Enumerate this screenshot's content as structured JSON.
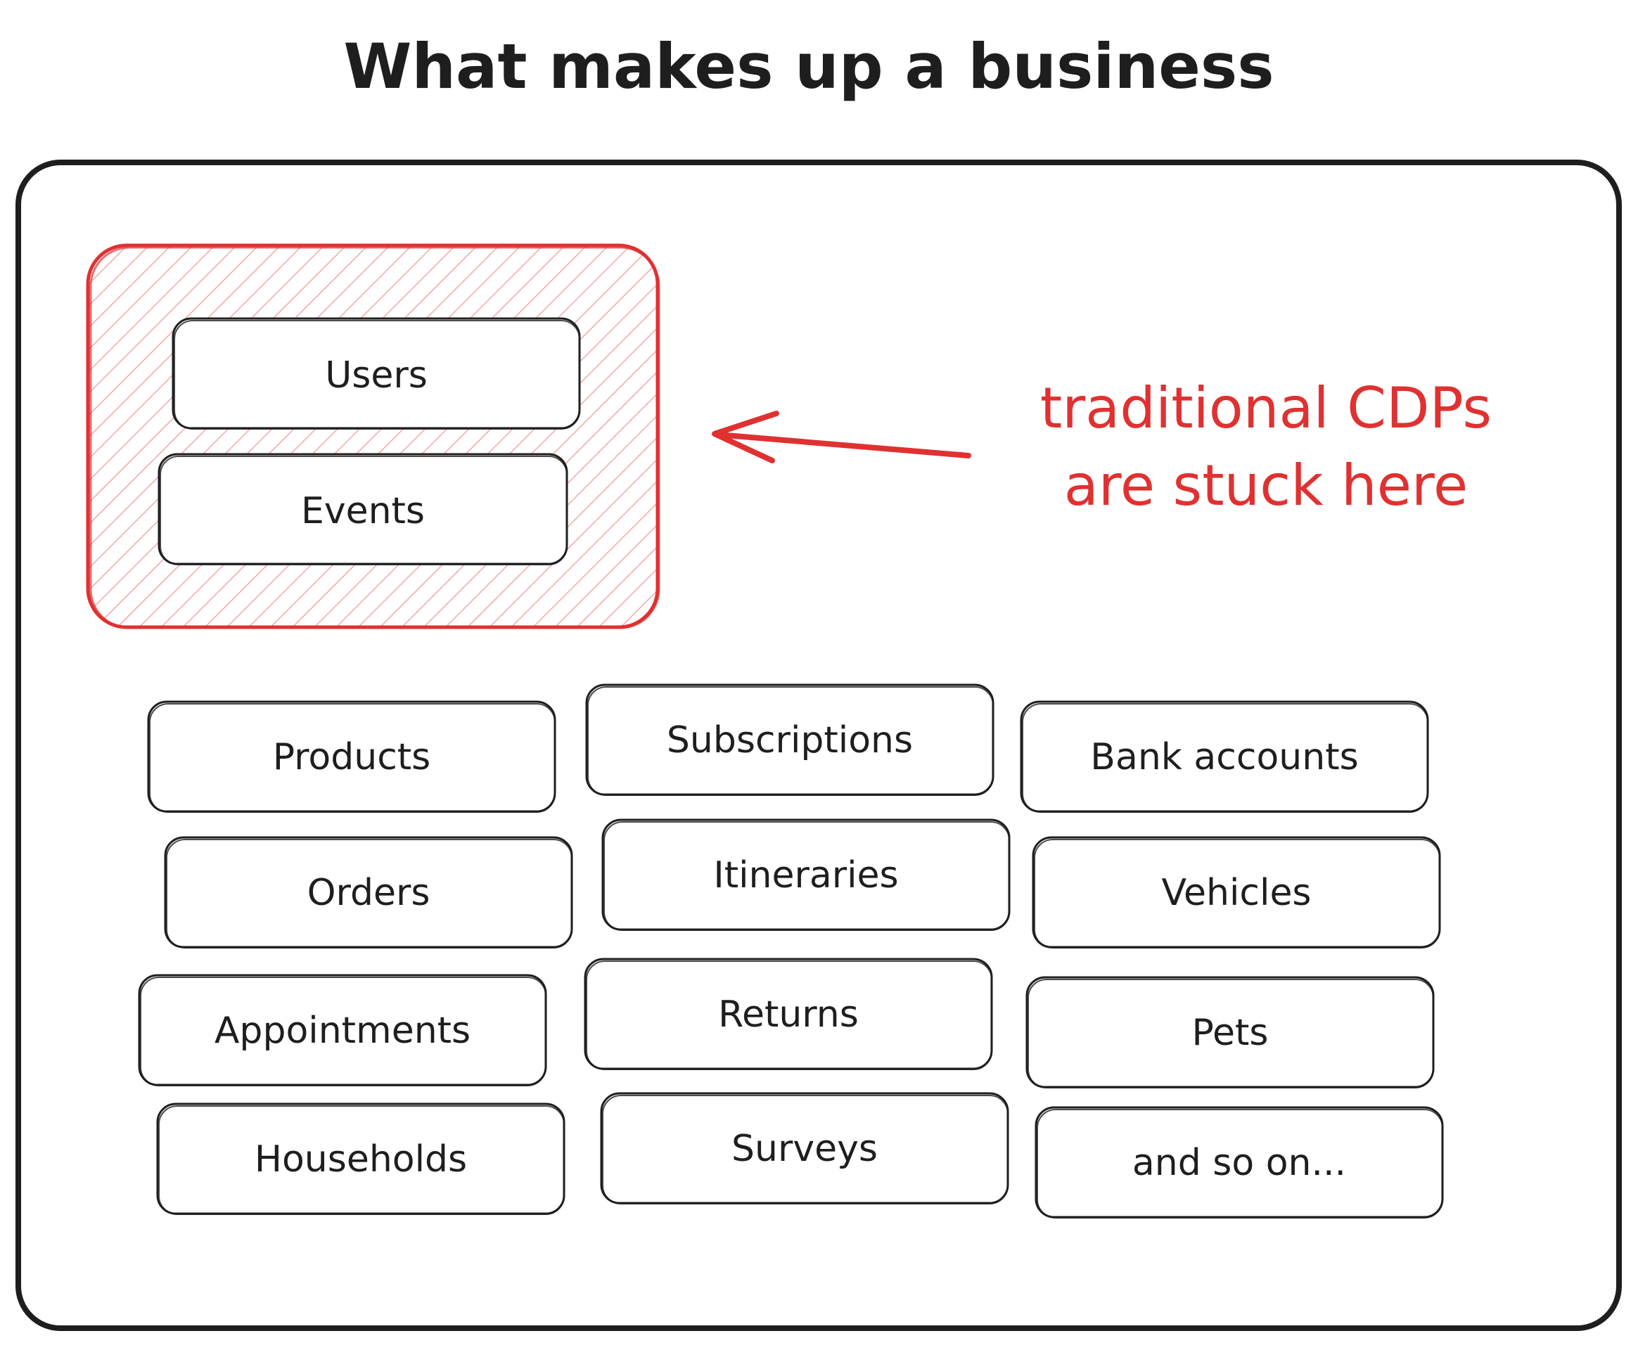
{
  "title": "What makes up a business",
  "highlight": {
    "color": "#e03131",
    "items": [
      "Users",
      "Events"
    ]
  },
  "annotation": {
    "line1": "traditional CDPs",
    "line2": "are stuck here",
    "color": "#e03131"
  },
  "entities": [
    "Products",
    "Subscriptions",
    "Bank accounts",
    "Orders",
    "Itineraries",
    "Vehicles",
    "Appointments",
    "Returns",
    "Pets",
    "Households",
    "Surveys",
    "and so on..."
  ],
  "colors": {
    "stroke": "#1e1e1e",
    "accent": "#e03131",
    "background": "#ffffff"
  }
}
